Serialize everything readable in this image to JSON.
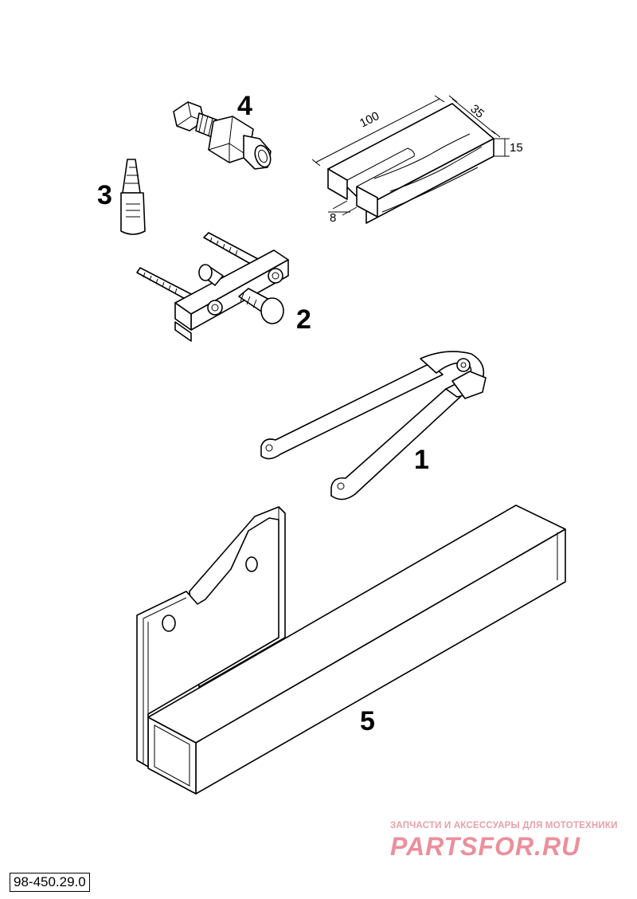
{
  "diagram": {
    "callouts": {
      "c1": "1",
      "c2": "2",
      "c3": "3",
      "c4": "4",
      "c5": "5"
    },
    "dimensions": {
      "length": "100",
      "width": "35",
      "height": "15",
      "slot": "8"
    },
    "reference": "98-450.29.0"
  },
  "watermark": {
    "tagline": "ЗАПЧАСТИ И АКСЕССУАРЫ ДЛЯ МОТОТЕХНИКИ",
    "logo": "PARTSFOR.RU"
  }
}
